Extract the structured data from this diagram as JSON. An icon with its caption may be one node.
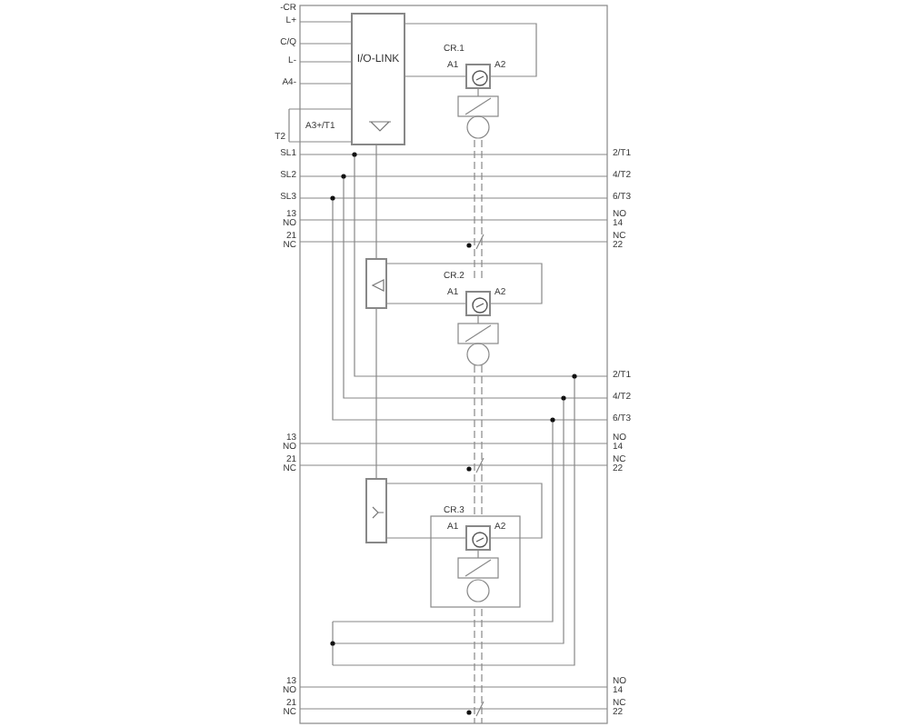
{
  "diagram": {
    "nodes": [
      {
        "text": [
          "I/O-LINK"
        ]
      },
      {
        "text": [],
        "shape": "box",
        "beside": [
          "CR.1",
          "A1",
          "A2"
        ]
      },
      {
        "text": [],
        "shape": "box"
      },
      {
        "text": [],
        "shape": "box",
        "beside": [
          "CR.2",
          "A1",
          "A2"
        ]
      },
      {
        "text": [],
        "shape": "box"
      },
      {
        "text": [],
        "shape": "box",
        "beside": [
          "CR.3",
          "A1",
          "A2"
        ]
      }
    ],
    "edges": [
      {
        "from": 0,
        "to": 1,
        "arrow": "none"
      },
      {
        "from": 0,
        "to": 1,
        "arrow": "none"
      },
      {
        "from": 0,
        "to": 2,
        "arrow": "none"
      },
      {
        "from": 2,
        "to": 4,
        "arrow": "none"
      },
      {
        "from": 2,
        "to": 3,
        "arrow": "none"
      },
      {
        "from": 2,
        "to": 3,
        "arrow": "none"
      },
      {
        "from": 4,
        "to": 5,
        "arrow": "none"
      },
      {
        "from": 4,
        "to": 5,
        "arrow": "none"
      }
    ],
    "labels": [
      "-CR",
      "L+",
      "C/Q",
      "L-",
      "A4-",
      "A3+/T1",
      "T2",
      "SL1",
      "2/T1",
      "SL2",
      "4/T2",
      "SL3",
      "6/T3",
      "13 NO",
      "NO 14",
      "21 NC",
      "NC 22",
      "2/T1",
      "4/T2",
      "6/T3",
      "13 NO",
      "NO 14",
      "21 NC",
      "NC 22",
      "13 NO",
      "NO 14",
      "21 NC",
      "NC 22"
    ]
  }
}
